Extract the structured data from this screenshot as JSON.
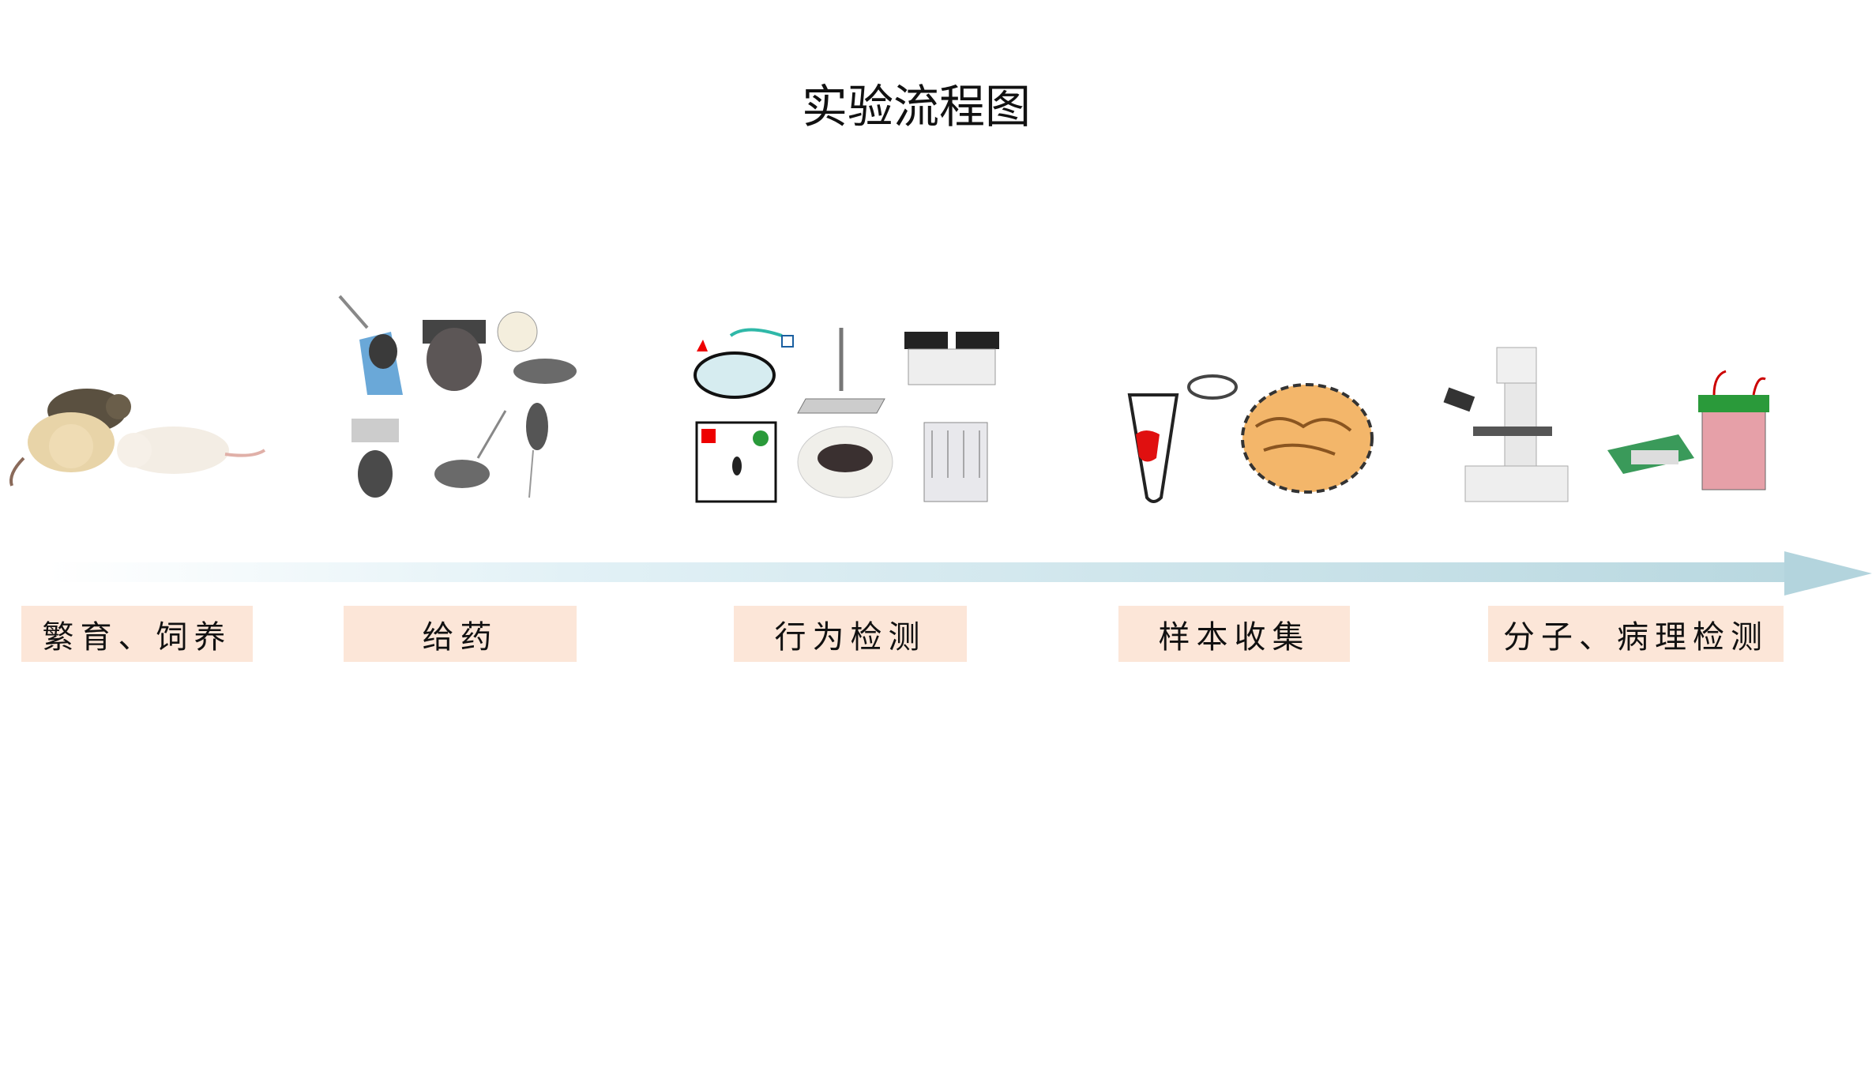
{
  "title": "实验流程图",
  "arrow_color": "#b3d4dd",
  "label_bg_color": "#fce6d8",
  "steps": [
    {
      "label": "繁育、饲养",
      "icon": "mice-icon"
    },
    {
      "label": "给药",
      "icon": "drug-administration-icon"
    },
    {
      "label": "行为检测",
      "icon": "behavior-test-icon"
    },
    {
      "label": "样本收集",
      "icon": "sample-collection-icon"
    },
    {
      "label": "分子、病理检测",
      "icon": "molecular-pathology-icon"
    }
  ]
}
